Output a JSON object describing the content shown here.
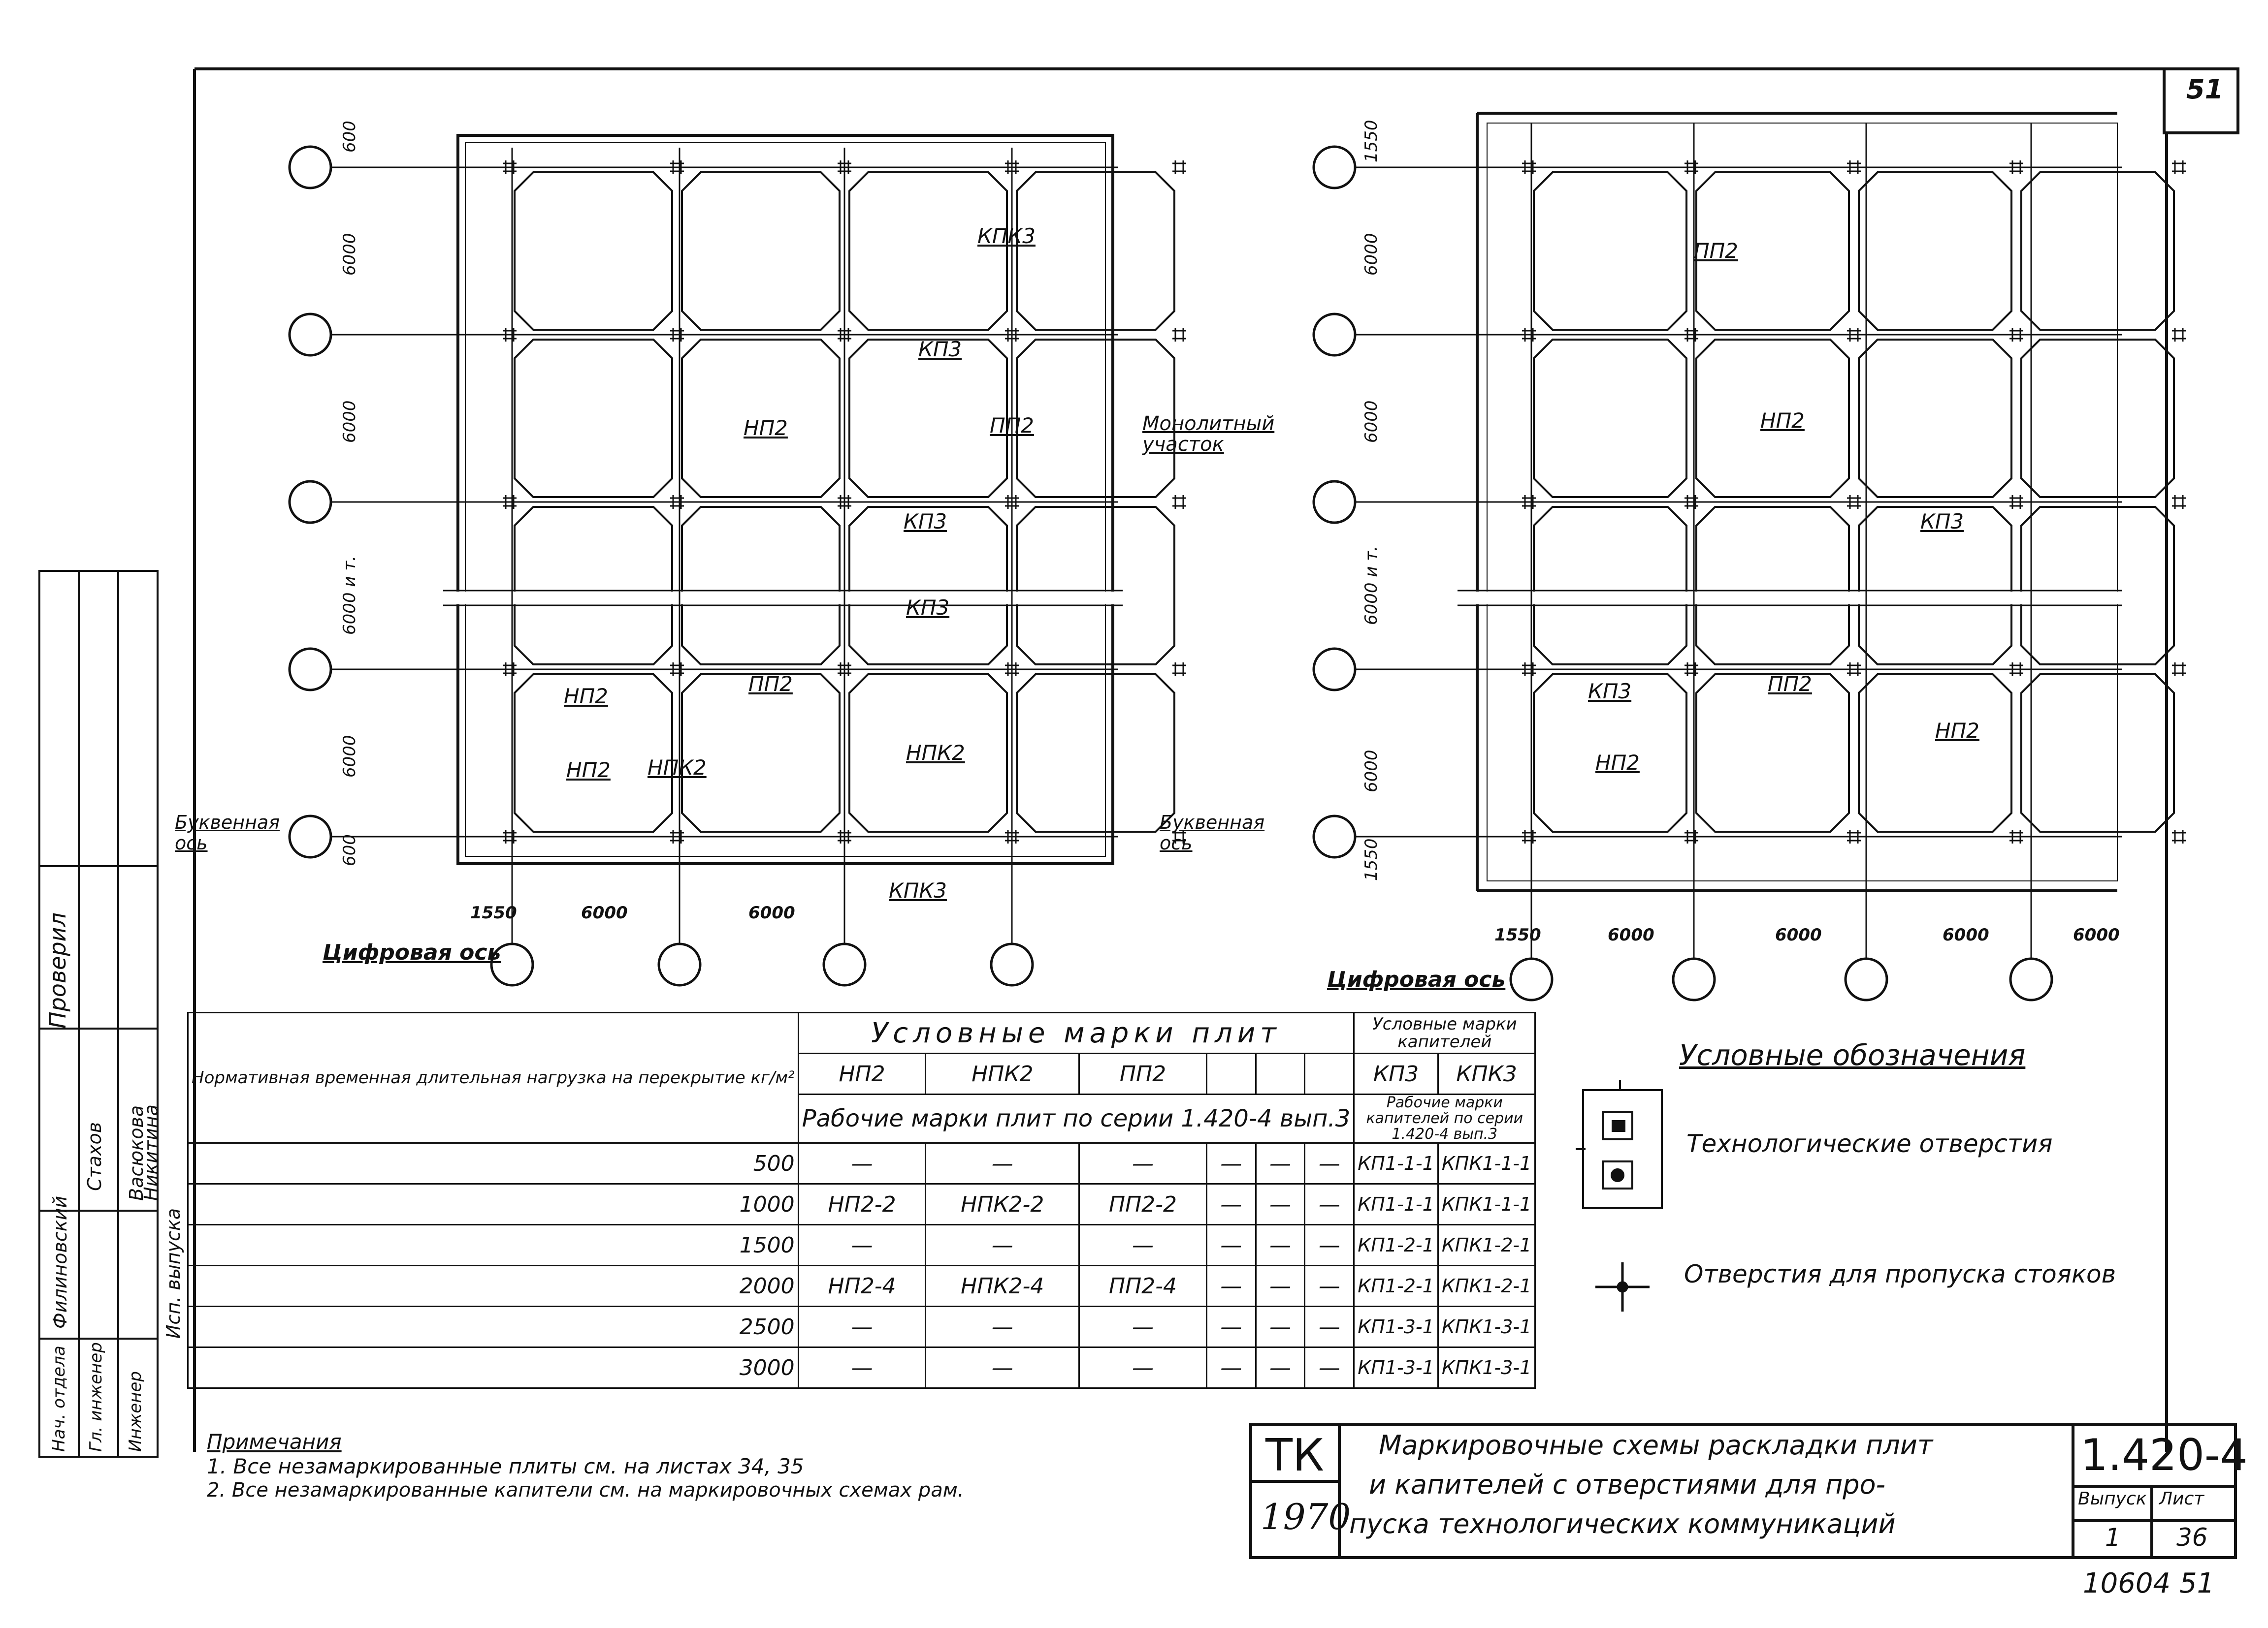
{
  "sheet": {
    "sheet_corner": "51",
    "bottom_number": "10604  51"
  },
  "plan_left": {
    "dims_vertical": [
      "600",
      "6000",
      "6000",
      "6000 и т.",
      "6000",
      "600"
    ],
    "dims_horizontal": [
      "1550",
      "6000",
      "6000"
    ],
    "axis_letter_label": "Буквенная ось",
    "axis_digit_label": "Цифровая ось",
    "labels": [
      "КПК3",
      "КП3",
      "НП2",
      "ПП2",
      "КП3",
      "НП2",
      "КП3",
      "ПП2",
      "НП2",
      "НПК2",
      "НПК2",
      "КПК3"
    ]
  },
  "plan_right": {
    "dims_vertical": [
      "1550",
      "6000",
      "6000",
      "6000 и т.",
      "6000",
      "1550"
    ],
    "dims_horizontal": [
      "1550",
      "6000",
      "6000",
      "6000",
      "6000"
    ],
    "axis_letter_label": "Буквенная ось",
    "axis_digit_label": "Цифровая ось",
    "monolithic_label": "Монолитный участок",
    "labels": [
      "ПП2",
      "НП2",
      "КП3",
      "КП3",
      "ПП2",
      "НП2",
      "НП2"
    ]
  },
  "legend": {
    "title": "Условные обозначения",
    "item_holes": "Технологические отверстия",
    "item_risers": "Отверстия для пропуска стояков"
  },
  "table": {
    "col_load_header": "Нормативная временная длительная нагрузка на перекрытие кг/м²",
    "plates_group_header": "Условные марки плит",
    "capitals_group_header": "Условные марки капителей",
    "plate_marks": [
      "НП2",
      "НПК2",
      "ПП2",
      "",
      "",
      ""
    ],
    "capital_marks": [
      "КП3",
      "КПК3"
    ],
    "working_marks_plates": "Рабочие марки плит по серии 1.420-4 вып.3",
    "working_marks_capitals": "Рабочие марки капителей по серии 1.420-4 вып.3",
    "rows": [
      {
        "load": "500",
        "cells": [
          "—",
          "—",
          "—",
          "—",
          "—",
          "—"
        ],
        "kp": "КП1-1-1",
        "kpk": "КПК1-1-1"
      },
      {
        "load": "1000",
        "cells": [
          "НП2-2",
          "НПК2-2",
          "ПП2-2",
          "—",
          "—",
          "—"
        ],
        "kp": "КП1-1-1",
        "kpk": "КПК1-1-1"
      },
      {
        "load": "1500",
        "cells": [
          "—",
          "—",
          "—",
          "—",
          "—",
          "—"
        ],
        "kp": "КП1-2-1",
        "kpk": "КПК1-2-1"
      },
      {
        "load": "2000",
        "cells": [
          "НП2-4",
          "НПК2-4",
          "ПП2-4",
          "—",
          "—",
          "—"
        ],
        "kp": "КП1-2-1",
        "kpk": "КПК1-2-1"
      },
      {
        "load": "2500",
        "cells": [
          "—",
          "—",
          "—",
          "—",
          "—",
          "—"
        ],
        "kp": "КП1-3-1",
        "kpk": "КПК1-3-1"
      },
      {
        "load": "3000",
        "cells": [
          "—",
          "—",
          "—",
          "—",
          "—",
          "—"
        ],
        "kp": "КП1-3-1",
        "kpk": "КПК1-3-1"
      }
    ]
  },
  "notes": {
    "title": "Примечания",
    "line1": "1. Все незамаркированные плиты см. на листах 34, 35",
    "line2": "2. Все незамаркированные капители см. на маркировочных схемах рам."
  },
  "stamp": {
    "org": "ТК",
    "year": "1970",
    "title_line1": "Маркировочные схемы раскладки плит",
    "title_line2": "и капителей с отверстиями для про-",
    "title_line3": "пуска технологических коммуникаций",
    "series": "1.420-4",
    "issue_label": "Выпуск",
    "sheet_label": "Лист",
    "issue": "1",
    "sheet": "36"
  },
  "side_strip": {
    "checked": "Проверил",
    "names": [
      "Филиновский",
      "Стахов",
      "Васюкова",
      "Никитина"
    ],
    "roles": [
      "Нач. отдела",
      "Гл. инженер",
      "Инженер"
    ],
    "issued": "Исп. выпуска"
  }
}
